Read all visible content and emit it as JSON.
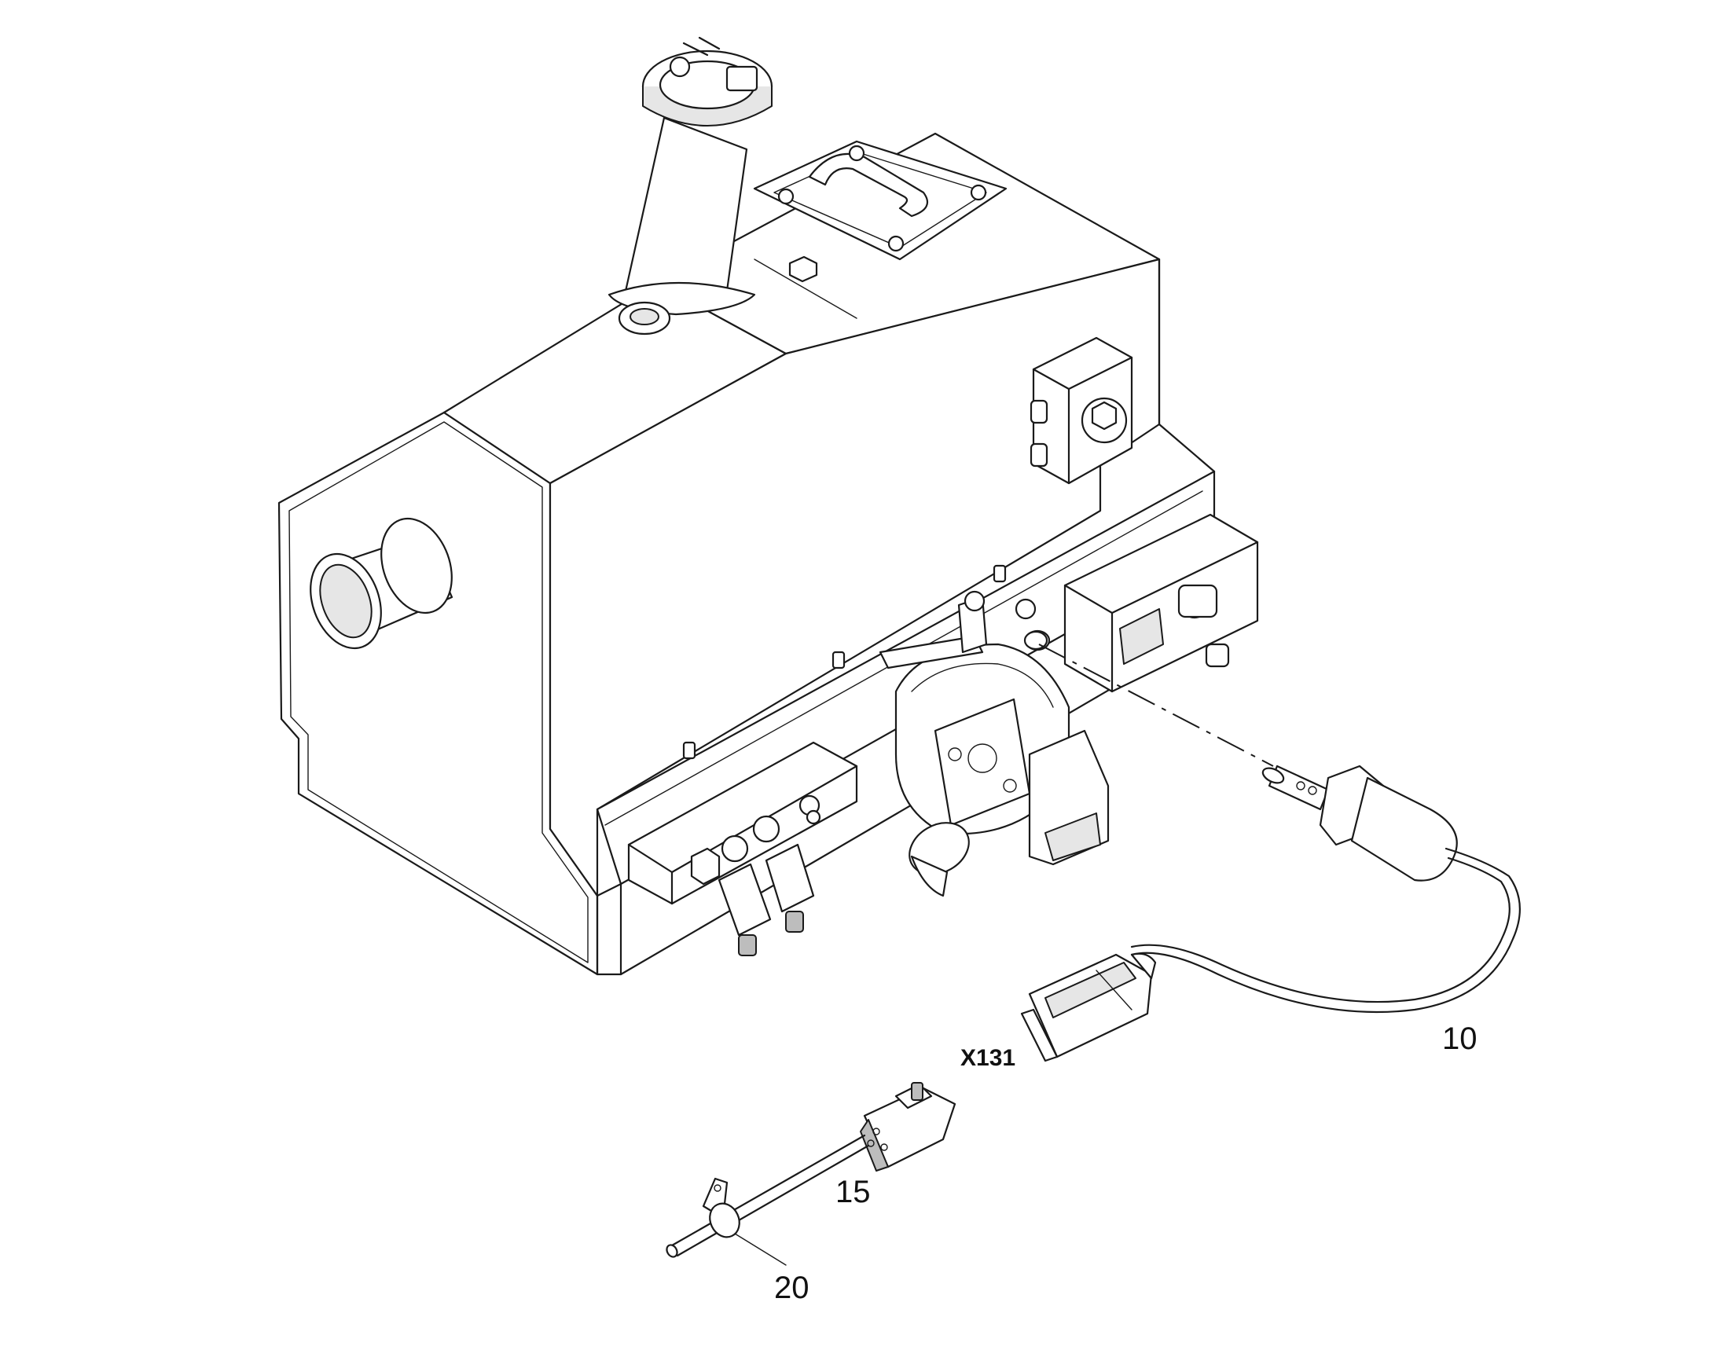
{
  "diagram": {
    "callouts": {
      "item_10": "10",
      "item_15": "15",
      "item_20": "20"
    },
    "connector_label": "X131"
  },
  "colors": {
    "line": "#1a1a1a",
    "shade": "#e6e6e6",
    "dark_shade": "#bdbdbd",
    "background": "#ffffff"
  }
}
